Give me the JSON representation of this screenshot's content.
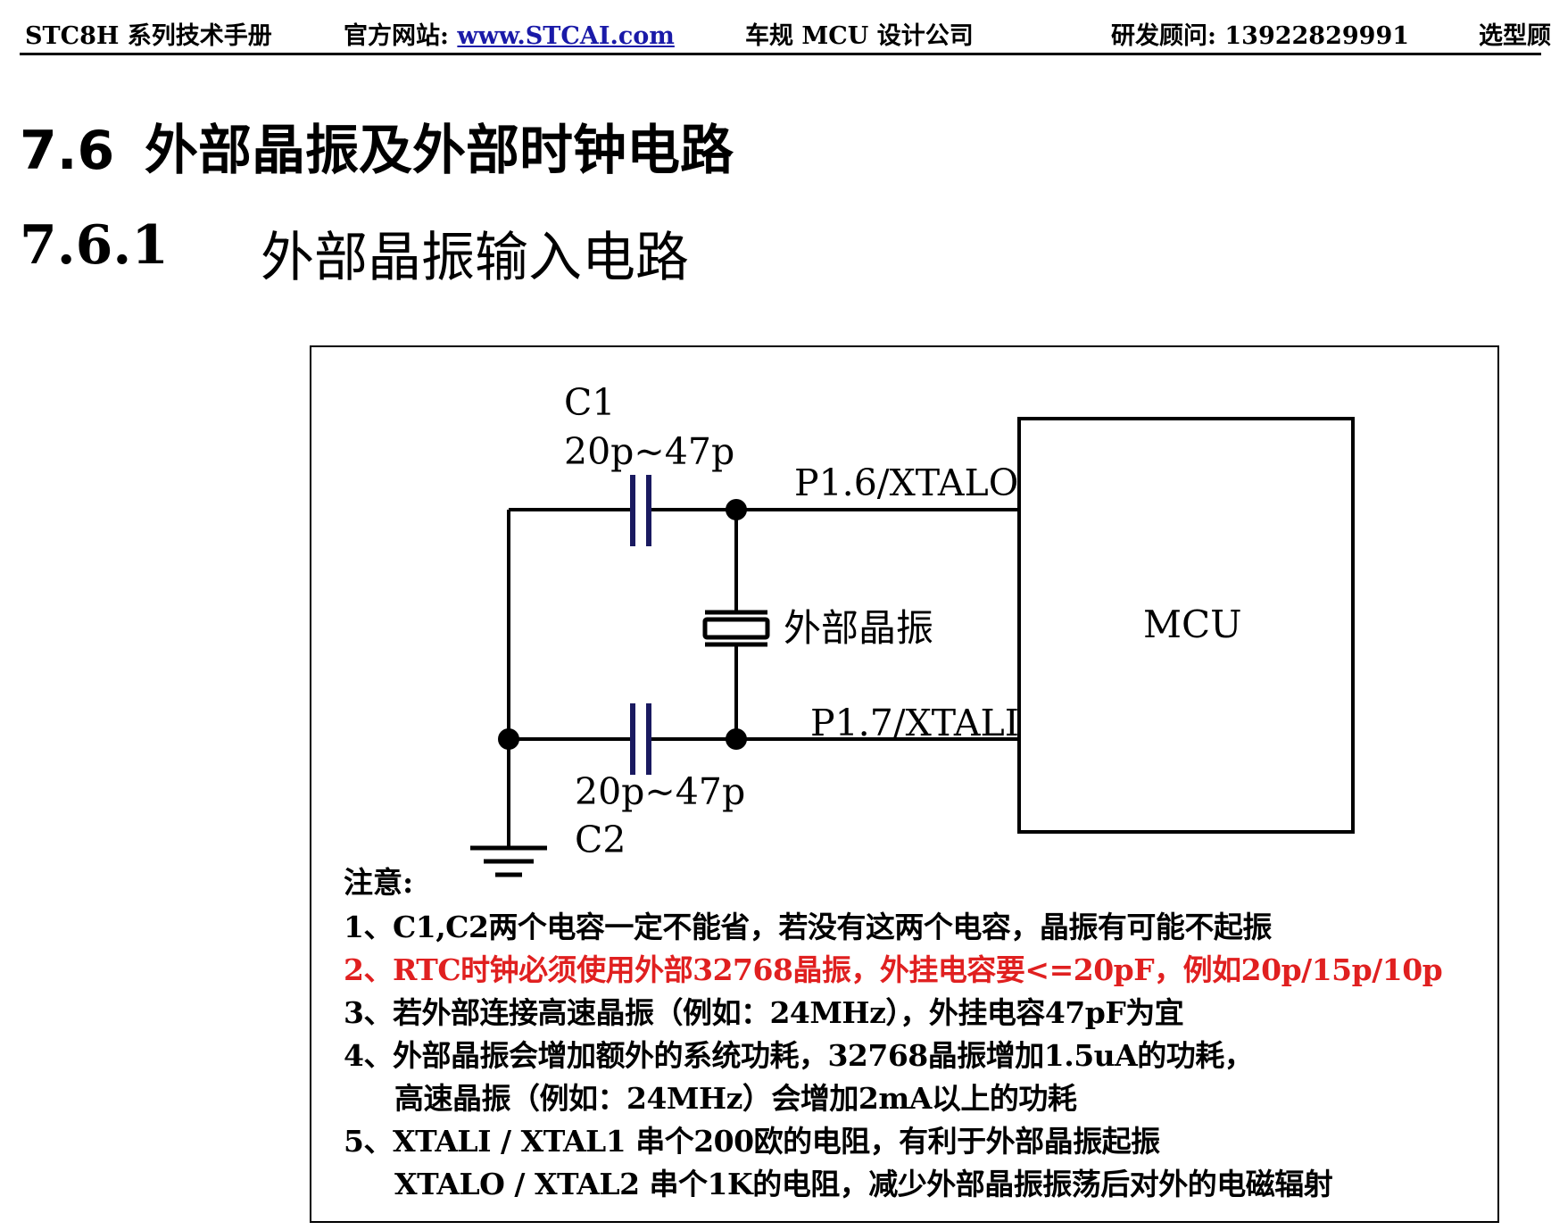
{
  "header": {
    "manual": "STC8H 系列技术手册",
    "website_label": "官方网站: ",
    "website_link": "www.STCAI.com",
    "company": "车规 MCU 设计公司",
    "advisor": "研发顾问: 13922829991",
    "right_cut": "选型顾"
  },
  "section": {
    "number": "7.6",
    "title": "外部晶振及外部时钟电路"
  },
  "subsection": {
    "number": "7.6.1",
    "title": "外部晶振输入电路"
  },
  "diagram": {
    "c1_name": "C1",
    "c1_value": "20p~47p",
    "c2_value": "20p~47p",
    "c2_name": "C2",
    "pin_out": "P1.6/XTALO",
    "pin_in": "P1.7/XTALI",
    "crystal_label": "外部晶振",
    "mcu_label": "MCU"
  },
  "notes": {
    "title": "注意:",
    "items": [
      "1、C1,C2两个电容一定不能省，若没有这两个电容，晶振有可能不起振",
      "2、RTC时钟必须使用外部32768晶振，外挂电容要<=20pF，例如20p/15p/10p",
      "3、若外部连接高速晶振（例如：24MHz），外挂电容47pF为宜",
      "4、外部晶振会增加额外的系统功耗，32768晶振增加1.5uA的功耗，",
      "高速晶振（例如：24MHz）会增加2mA以上的功耗",
      "5、XTALI / XTAL1 串个200欧的电阻，有利于外部晶振起振",
      "XTALO / XTAL2 串个1K的电阻，减少外部晶振振荡后对外的电磁辐射"
    ]
  },
  "colors": {
    "link": "#1a1aa8",
    "warning": "#e02020",
    "capacitor": "#1a1a60"
  }
}
